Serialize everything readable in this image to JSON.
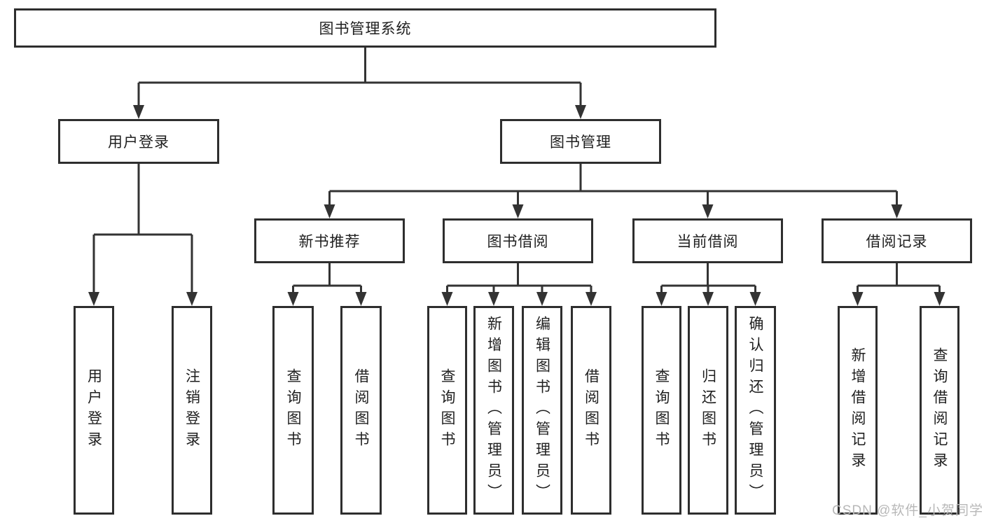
{
  "tree": {
    "root": "图书管理系统",
    "children": [
      {
        "label": "用户登录",
        "children": [
          "用户登录",
          "注销登录"
        ]
      },
      {
        "label": "图书管理",
        "children": [
          {
            "label": "新书推荐",
            "children": [
              "查询图书",
              "借阅图书"
            ]
          },
          {
            "label": "图书借阅",
            "children": [
              "查询图书",
              "新增图书（管理员）",
              "编辑图书（管理员）",
              "借阅图书"
            ]
          },
          {
            "label": "当前借阅",
            "children": [
              "查询图书",
              "归还图书",
              "确认归还（管理员）"
            ]
          },
          {
            "label": "借阅记录",
            "children": [
              "新增借阅记录",
              "查询借阅记录"
            ]
          }
        ]
      }
    ]
  },
  "watermark": {
    "text": "CSDN @软件_小贺同学",
    "color": "#b8b8b8"
  },
  "colors": {
    "line": "#333333",
    "box_border": "#2e2e2e",
    "text": "#1f1f1f",
    "background": "#ffffff"
  }
}
